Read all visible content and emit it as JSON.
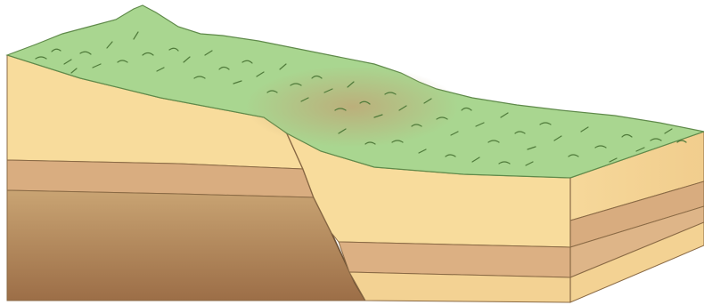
{
  "colors": {
    "grass": "#a9d690",
    "grass_dark": "#4f7a3a",
    "scarp_eroded": "#c9b786",
    "sand_light": "#f8dc9c",
    "sand_mid": "#f3cf90",
    "clay_band": "#d9ad80",
    "deep_rock_top": "#c9a473",
    "deep_rock_bottom": "#9c6e47",
    "outline": "#7a5a3a"
  },
  "elements": [
    "upthrown-block",
    "downthrown-block",
    "fault-plane",
    "grass-surface",
    "sediment-layers"
  ]
}
